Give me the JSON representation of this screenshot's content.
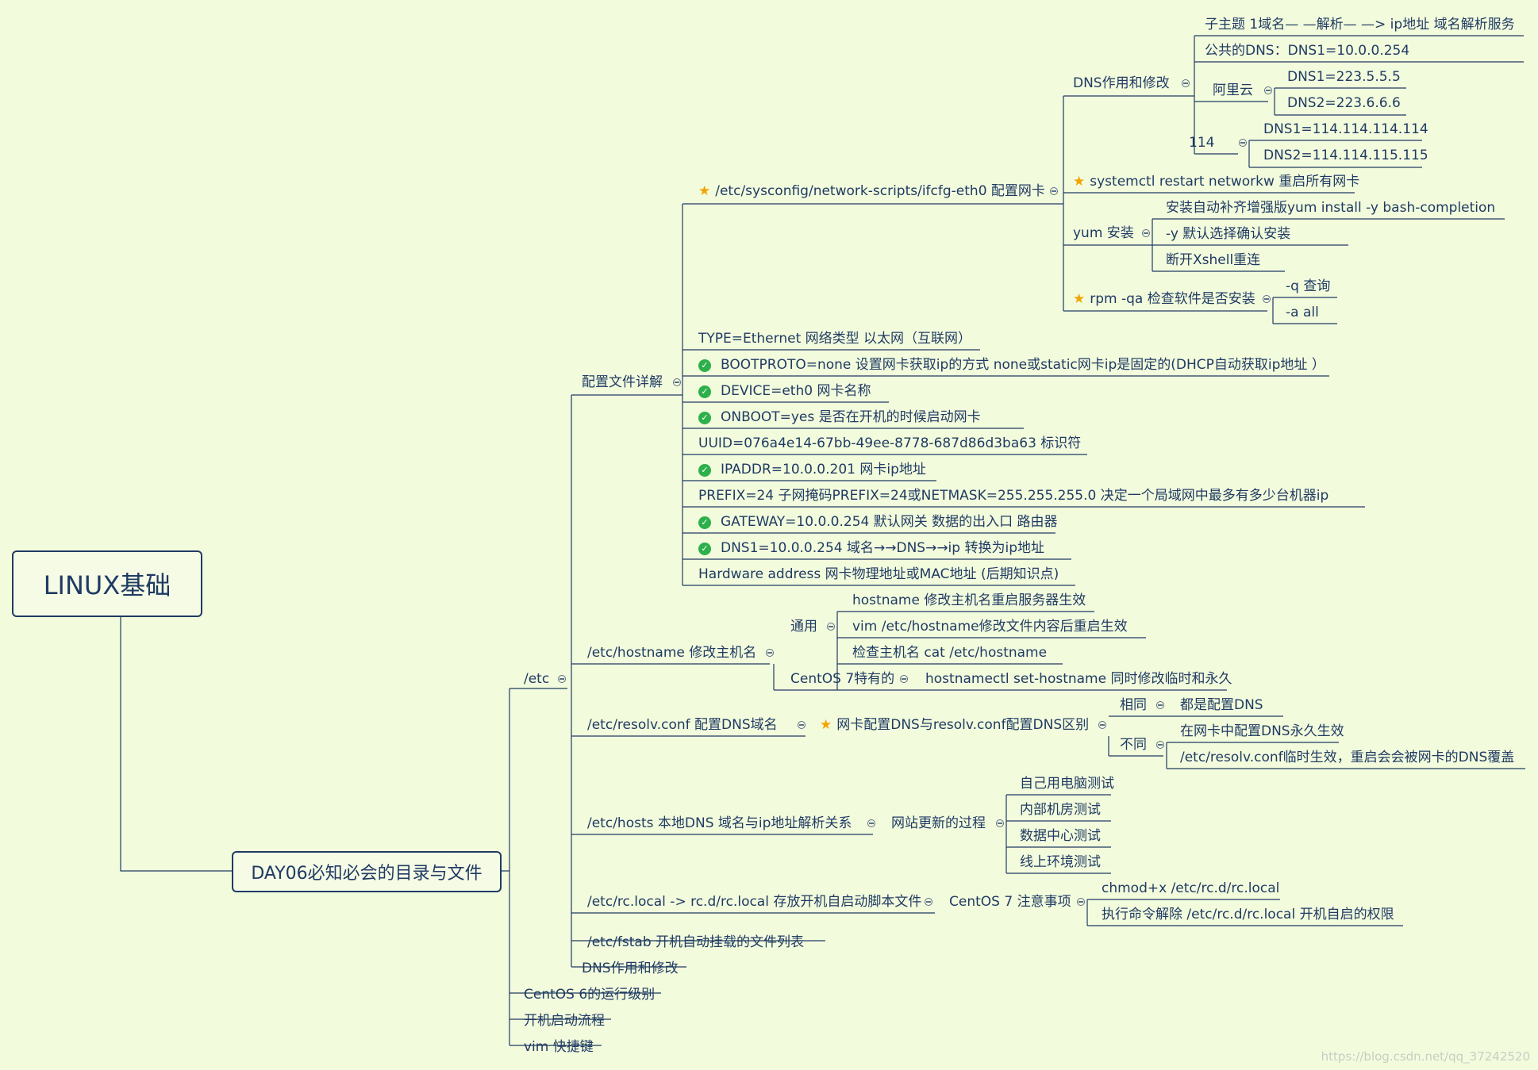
{
  "root": "LINUX基础",
  "day": "DAY06必知必会的目录与文件",
  "etc": "/etc",
  "config_detail": "配置文件详解",
  "ifcfg": "/etc/sysconfig/network-scripts/ifcfg-eth0 配置网卡",
  "dns_role": "DNS作用和修改",
  "subtopic": "子主题 1域名— —解析— —> ip地址 域名解析服务",
  "public_dns": "公共的DNS：DNS1=10.0.0.254",
  "aliyun": "阿里云",
  "ali_dns1": "DNS1=223.5.5.5",
  "ali_dns2": "DNS2=223.6.6.6",
  "n114": "114",
  "dns114_1": "DNS1=114.114.114.114",
  "dns114_2": "DNS2=114.114.115.115",
  "systemctl": "systemctl restart networkw  重启所有网卡",
  "yum": "yum 安装",
  "yum1": "安装自动补齐增强版yum install -y  bash-completion",
  "yum2": "-y 默认选择确认安装",
  "yum3": "断开Xshell重连",
  "rpm": "rpm -qa 检查软件是否安装",
  "rpm_q": "-q 查询",
  "rpm_a": "-a all",
  "type": "TYPE=Ethernet   网络类型 以太网（互联网）",
  "bootproto": "BOOTPROTO=none  设置网卡获取ip的方式  none或static网卡ip是固定的(DHCP自动获取ip地址 ）",
  "device": "DEVICE=eth0     网卡名称",
  "onboot": "ONBOOT=yes          是否在开机的时候启动网卡",
  "uuid": "UUID=076a4e14-67bb-49ee-8778-687d86d3ba63  标识符",
  "ipaddr": "IPADDR=10.0.0.201   网卡ip地址",
  "prefix": "PREFIX=24           子网掩码PREFIX=24或NETMASK=255.255.255.0 决定一个局域网中最多有多少台机器ip",
  "gateway": "GATEWAY=10.0.0.254  默认网关 数据的出入口 路由器",
  "dns1": "DNS1=10.0.0.254      域名→→DNS→→ip  转换为ip地址",
  "hwaddr": "Hardware address   网卡物理地址或MAC地址 (后期知识点)",
  "hostname": "/etc/hostname  修改主机名",
  "general": "通用",
  "h1": "hostname 修改主机名重启服务器生效",
  "h2": "vim /etc/hostname修改文件内容后重启生效",
  "h3": "检查主机名 cat /etc/hostname",
  "centos7": "CentOS 7特有的",
  "hostnamectl": "hostnamectl set-hostname 同时修改临时和永久",
  "resolv": "/etc/resolv.conf   配置DNS域名",
  "diff": "网卡配置DNS与resolv.conf配置DNS区别",
  "same": "相同",
  "same1": "都是配置DNS",
  "notsame": "不同",
  "ns1": "在网卡中配置DNS永久生效",
  "ns2": "/etc/resolv.conf临时生效，重启会会被网卡的DNS覆盖",
  "hosts": "/etc/hosts   本地DNS 域名与ip地址解析关系",
  "site": "网站更新的过程",
  "t1": "自己用电脑测试",
  "t2": "内部机房测试",
  "t3": "数据中心测试",
  "t4": "线上环境测试",
  "rclocal": "/etc/rc.local -> rc.d/rc.local 存放开机自启动脚本文件",
  "c7note": "CentOS 7 注意事项",
  "chmod": "chmod+x /etc/rc.d/rc.local",
  "exec": "执行命令解除 /etc/rc.d/rc.local 开机自启的权限",
  "fstab": "/etc/fstab     开机自动挂载的文件列表",
  "dnsmod": "DNS作用和修改",
  "centos6": "CentOS 6的运行级别",
  "boot": "开机启动流程",
  "vim": "vim 快捷键",
  "watermark": "https://blog.csdn.net/qq_37242520",
  "colors": {
    "line": "#1f3b63",
    "star": "#f2a400",
    "check": "#2db04b",
    "bg": "#f3fbdd"
  }
}
